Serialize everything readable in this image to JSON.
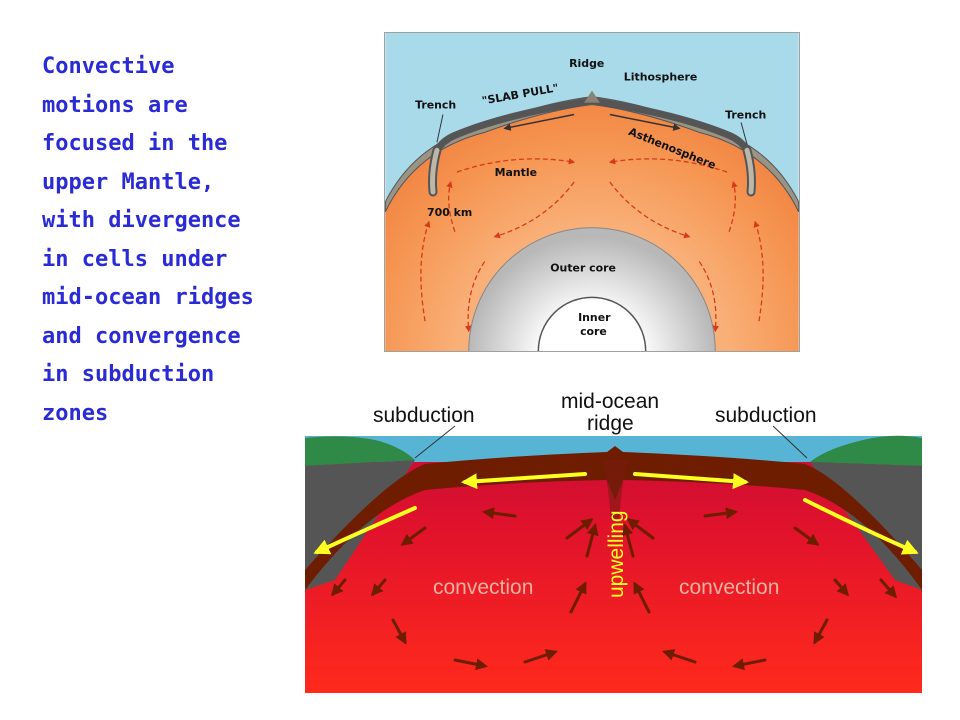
{
  "caption": "Convective\nmotions are\nfocused in the\nupper Mantle,\nwith divergence\nin cells under\nmid-ocean ridges\nand convergence\nin subduction\nzones",
  "top_figure": {
    "trench_left": "Trench",
    "slab_pull": "\"SLAB PULL\"",
    "ridge": "Ridge",
    "lithosphere": "Lithosphere",
    "trench_right": "Trench",
    "asthenosphere": "Asthenosphere",
    "mantle": "Mantle",
    "depth": "700 km",
    "outer_core": "Outer core",
    "inner_core_line1": "Inner",
    "inner_core_line2": "core"
  },
  "bottom_figure": {
    "subduction_left": "subduction",
    "mid_ocean_line1": "mid-ocean",
    "mid_ocean_line2": "ridge",
    "subduction_right": "subduction",
    "upwelling": "upwelling",
    "convection_left": "convection",
    "convection_right": "convection"
  },
  "colors": {
    "caption_text": "#2b2bd6",
    "sky": "#a8daea",
    "mantle": "#f7a060",
    "lithosphere": "#9a9484",
    "core": "#d9d9d9",
    "ocean": "#58b4d4",
    "land": "#2e8a46",
    "crust": "#6e1d00",
    "magma": "#e8142c",
    "flow_arrow": "#ffff22"
  }
}
